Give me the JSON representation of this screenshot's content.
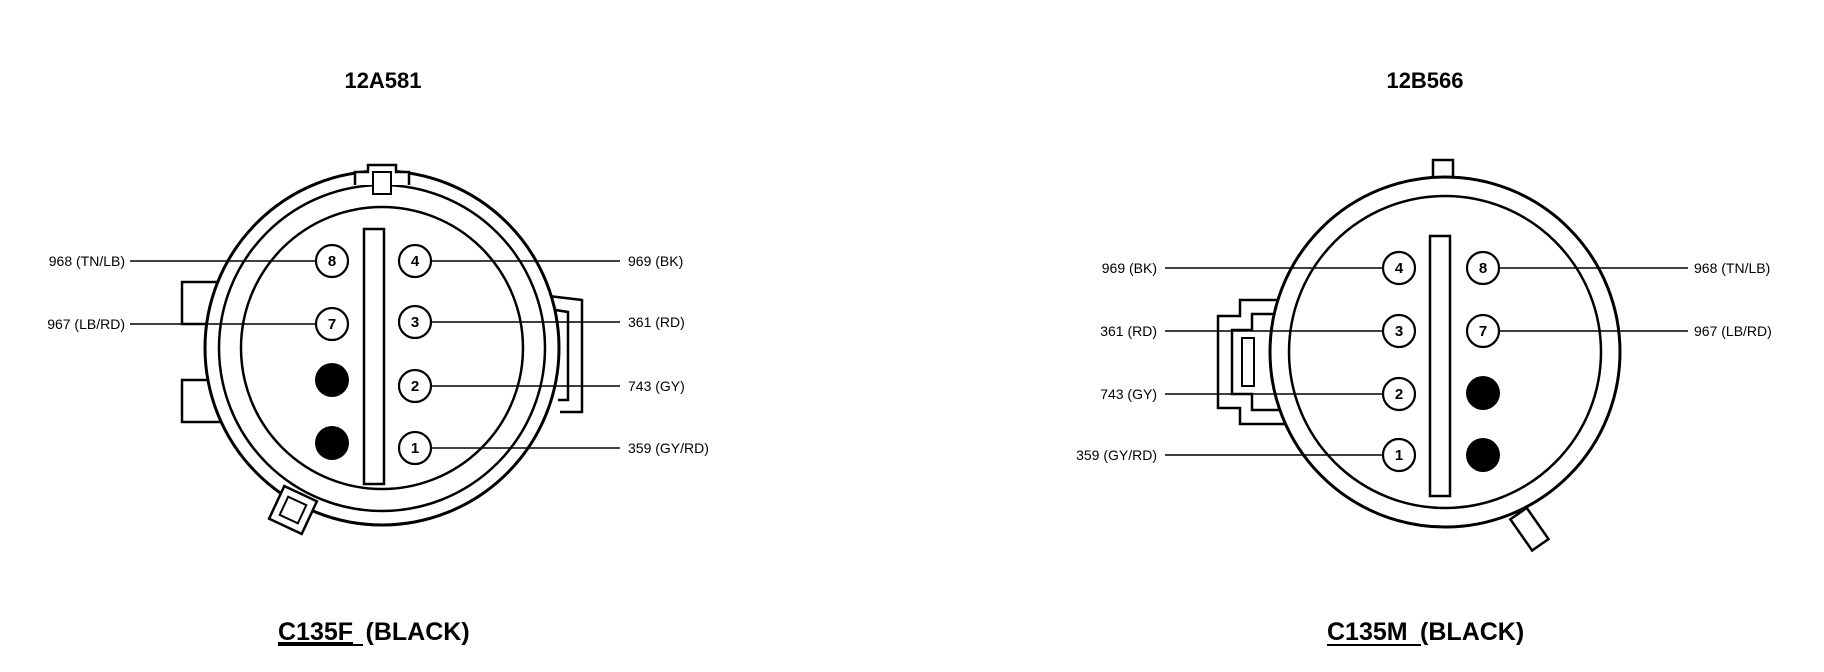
{
  "connectors": [
    {
      "part_number": "12A581",
      "caption_id": "C135F",
      "caption_color": "(BLACK)",
      "pins": [
        {
          "number": "8",
          "wire": "968 (TN/LB)"
        },
        {
          "number": "7",
          "wire": "967 (LB/RD)"
        },
        {
          "number": "4",
          "wire": "969 (BK)"
        },
        {
          "number": "3",
          "wire": "361 (RD)"
        },
        {
          "number": "2",
          "wire": "743 (GY)"
        },
        {
          "number": "1",
          "wire": "359 (GY/RD)"
        }
      ]
    },
    {
      "part_number": "12B566",
      "caption_id": "C135M",
      "caption_color": "(BLACK)",
      "pins": [
        {
          "number": "4",
          "wire": "969 (BK)"
        },
        {
          "number": "3",
          "wire": "361 (RD)"
        },
        {
          "number": "2",
          "wire": "743 (GY)"
        },
        {
          "number": "1",
          "wire": "359 (GY/RD)"
        },
        {
          "number": "8",
          "wire": "968 (TN/LB)"
        },
        {
          "number": "7",
          "wire": "967 (LB/RD)"
        }
      ]
    }
  ]
}
